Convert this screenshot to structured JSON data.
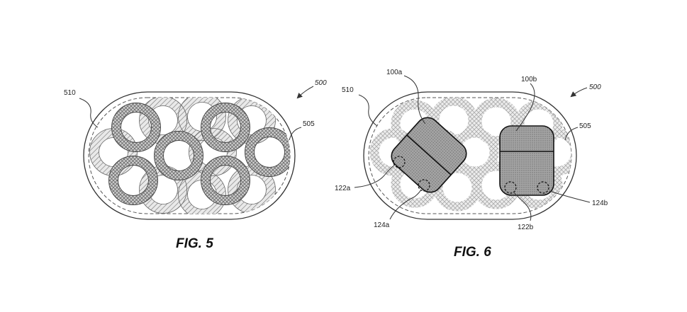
{
  "fig5": {
    "caption": "FIG. 5",
    "label_500": "500",
    "label_510": "510",
    "label_505": "505"
  },
  "fig6": {
    "caption": "FIG. 6",
    "label_500": "500",
    "label_510": "510",
    "label_505": "505",
    "label_100a": "100a",
    "label_100b": "100b",
    "label_122a": "122a",
    "label_124a": "124a",
    "label_122b": "122b",
    "label_124b": "124b"
  }
}
